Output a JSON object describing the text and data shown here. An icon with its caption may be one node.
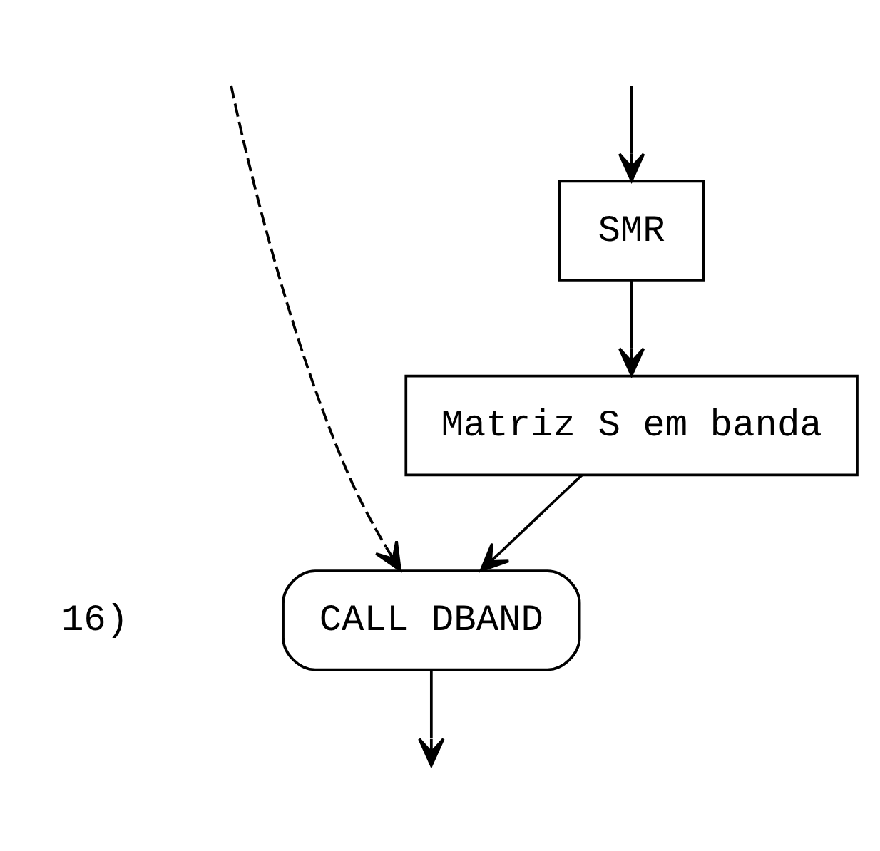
{
  "diagram": {
    "nodes": [
      {
        "text": [
          "SMR"
        ]
      },
      {
        "text": [
          "Matriz S em banda"
        ]
      },
      {
        "text": [
          "CALL DBAND"
        ]
      }
    ],
    "edges": [
      {
        "from": null,
        "to": 0,
        "arrow": "to"
      },
      {
        "from": 0,
        "to": 1,
        "arrow": "to"
      },
      {
        "from": 1,
        "to": 2,
        "arrow": "to"
      },
      {
        "from": null,
        "to": 2,
        "arrow": "to",
        "style": "dashed"
      },
      {
        "from": 2,
        "to": null,
        "arrow": "to"
      }
    ],
    "labels": [
      "16)"
    ]
  }
}
